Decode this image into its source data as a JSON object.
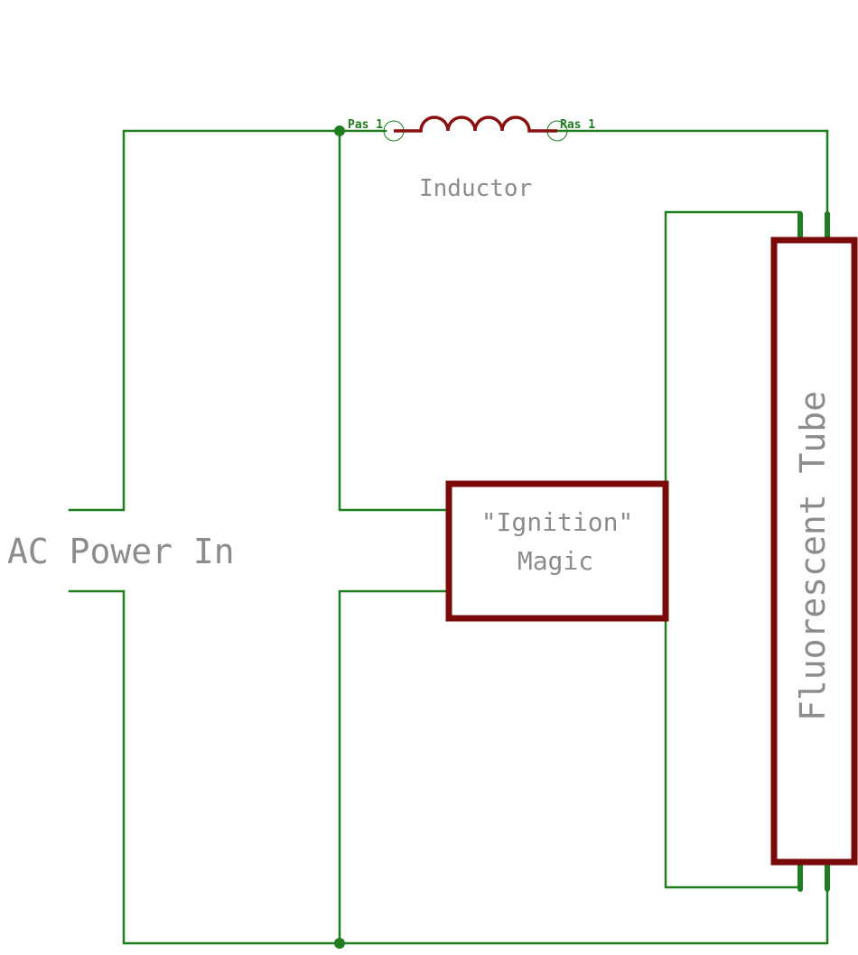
{
  "labels": {
    "ac_power": "AC Power In",
    "inductor": "Inductor",
    "ignition_line1": "\"Ignition\"",
    "ignition_line2": "Magic",
    "tube": "Fluorescent Tube",
    "pin_left": "Pas 1",
    "pin_right": "Ras 1"
  },
  "colors": {
    "wire": "#1e7d1e",
    "component": "#7a0a0a",
    "text": "#8c8c8c"
  }
}
